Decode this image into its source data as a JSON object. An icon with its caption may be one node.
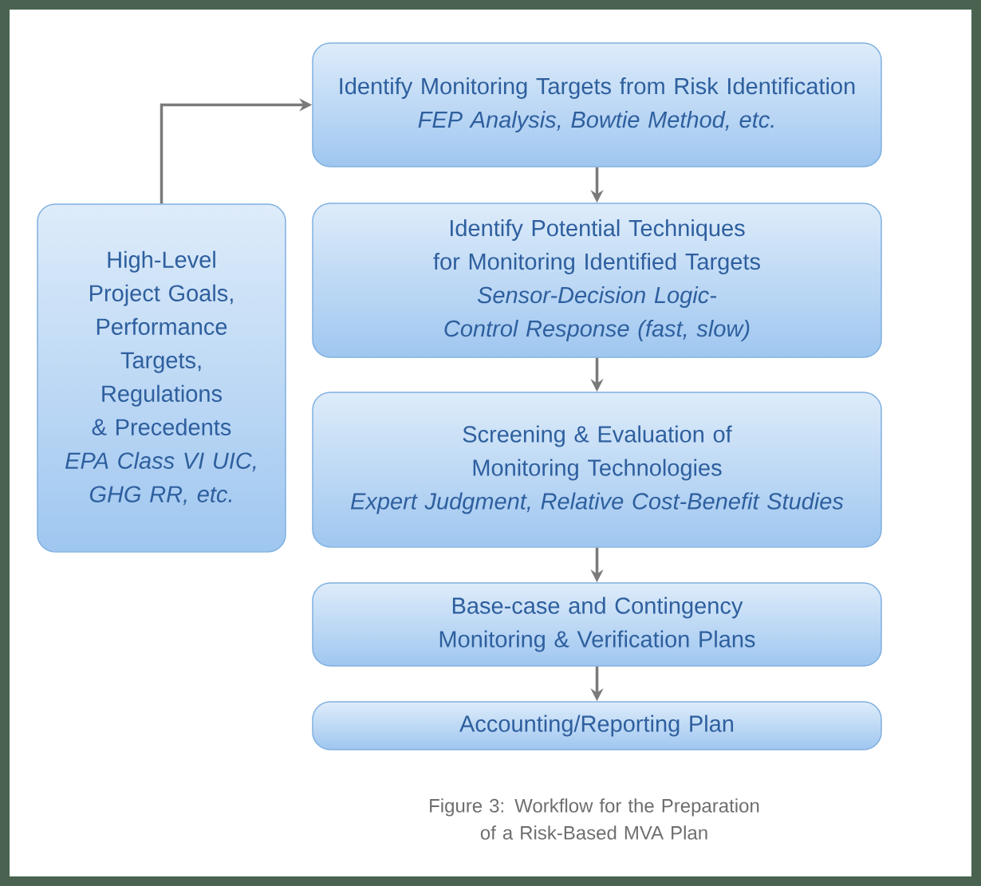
{
  "diagram": {
    "caption": "Figure 3: Workflow for the Preparation of a Risk-Based MVA Plan",
    "nodes": [
      {
        "text": [
          "High-Level Project Goals, Performance Targets, Regulations & Precedents",
          "EPA Class VI UIC, GHG RR, etc."
        ]
      },
      {
        "text": [
          "Identify Monitoring Targets from Risk Identification",
          "FEP Analysis, Bowtie Method, etc."
        ]
      },
      {
        "text": [
          "Identify Potential Techniques for Monitoring Identified Targets",
          "Sensor-Decision Logic-Control Response (fast, slow)"
        ]
      },
      {
        "text": [
          "Screening & Evaluation of Monitoring Technologies",
          "Expert Judgment, Relative Cost-Benefit Studies"
        ]
      },
      {
        "text": [
          "Base-case and Contingency Monitoring & Verification Plans"
        ]
      },
      {
        "text": [
          "Accounting/Reporting Plan"
        ]
      }
    ],
    "edges": [
      {
        "from": 0,
        "to": 1,
        "arrow": "to"
      },
      {
        "from": 1,
        "to": 2,
        "arrow": "to"
      },
      {
        "from": 2,
        "to": 3,
        "arrow": "to"
      },
      {
        "from": 3,
        "to": 4,
        "arrow": "to"
      },
      {
        "from": 4,
        "to": 5,
        "arrow": "to"
      }
    ]
  }
}
